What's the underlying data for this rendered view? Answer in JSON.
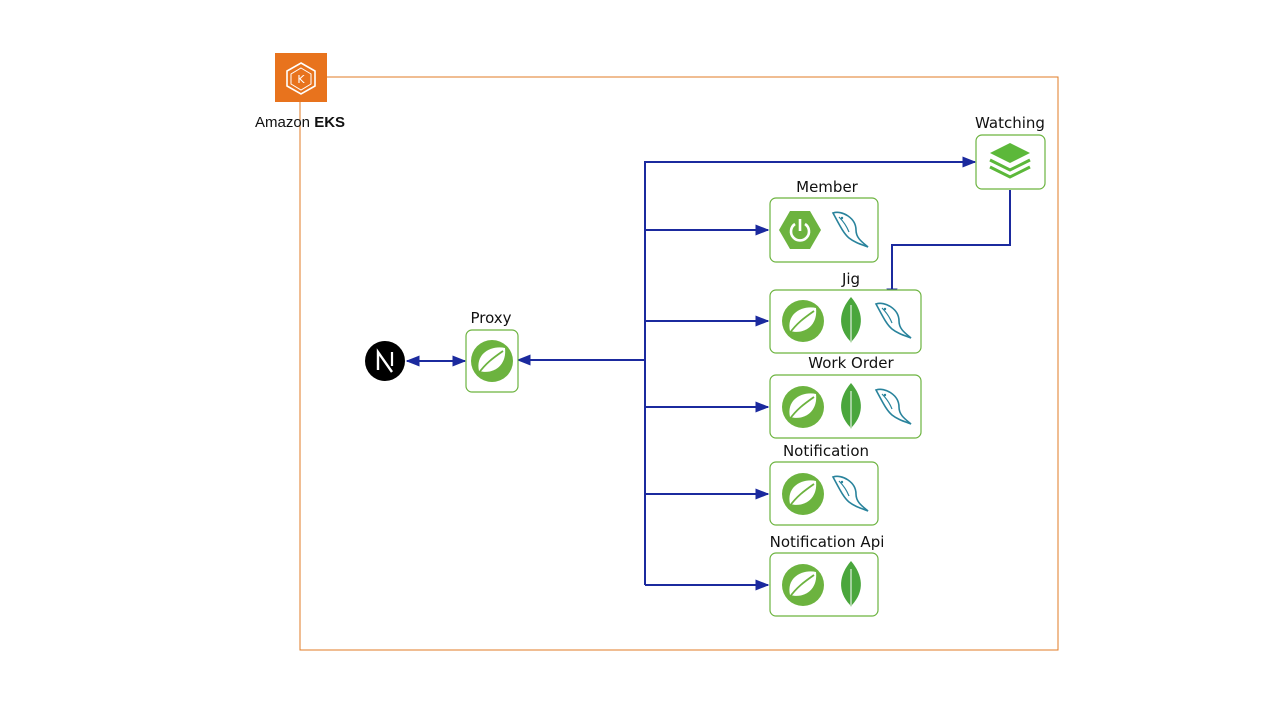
{
  "cluster": {
    "name_prefix": "Amazon ",
    "name_bold": "EKS",
    "border_color": "#e07b24",
    "icon": "eks-icon"
  },
  "client": {
    "icon": "nextjs-icon"
  },
  "proxy": {
    "label": "Proxy",
    "icons": [
      "spring-icon"
    ]
  },
  "services": [
    {
      "key": "watching",
      "label": "Watching",
      "icons": [
        "stack-icon"
      ]
    },
    {
      "key": "member",
      "label": "Member",
      "icons": [
        "spring-boot-icon",
        "mysql-icon"
      ]
    },
    {
      "key": "jig",
      "label": "Jig",
      "icons": [
        "spring-icon",
        "mongodb-icon",
        "mysql-icon"
      ]
    },
    {
      "key": "work-order",
      "label": "Work Order",
      "icons": [
        "spring-icon",
        "mongodb-icon",
        "mysql-icon"
      ]
    },
    {
      "key": "notification",
      "label": "Notification",
      "icons": [
        "spring-icon",
        "mysql-icon"
      ]
    },
    {
      "key": "notification-api",
      "label": "Notification Api",
      "icons": [
        "spring-icon",
        "mongodb-icon"
      ]
    }
  ],
  "colors": {
    "arrow": "#1b2a9e",
    "box_border": "#6cb33f",
    "spring_green": "#6cb33f",
    "mysql_teal": "#29839c",
    "mongodb_green": "#4aa63c"
  }
}
